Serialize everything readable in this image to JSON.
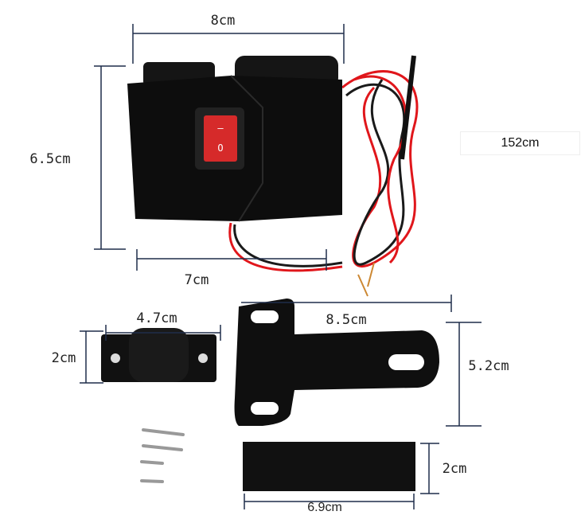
{
  "dimensions": {
    "charger_width": "8cm",
    "charger_height": "6.5cm",
    "cable_length": "152cm",
    "charger_base_width": "7cm",
    "clamp_width": "4.7cm",
    "clamp_height": "2cm",
    "bracket_width": "8.5cm",
    "bracket_height": "5.2cm",
    "pad_height": "2cm",
    "pad_width": "6.9cm"
  },
  "switch": {
    "on_symbol": "—",
    "off_symbol": "O"
  },
  "colors": {
    "dimension_line": "#1f2d4a",
    "wire_red": "#e0161b",
    "body": "#111111",
    "switch": "#d62a2a"
  }
}
